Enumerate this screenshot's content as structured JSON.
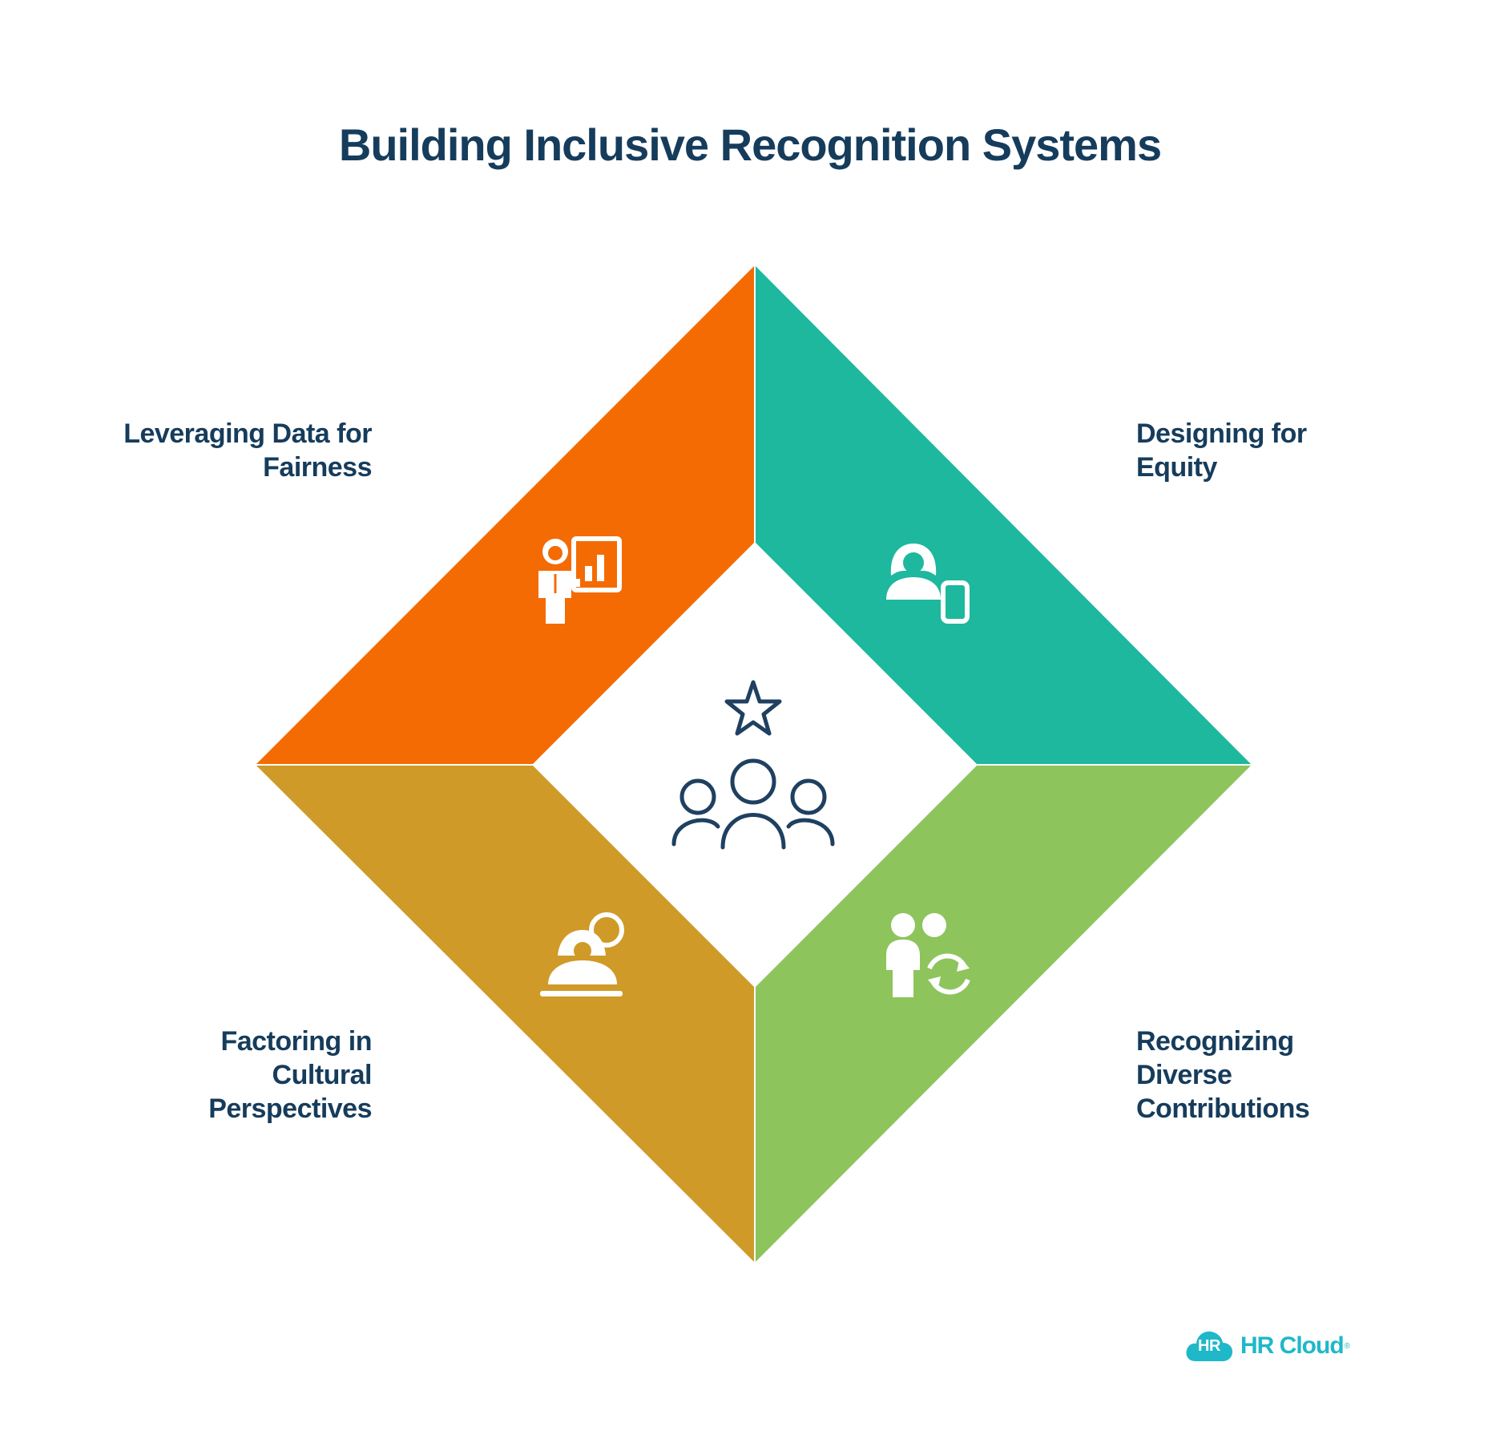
{
  "title": "Building Inclusive Recognition Systems",
  "colors": {
    "title_text": "#163c5c",
    "quadrant_top_left": "#f46b04",
    "quadrant_top_right": "#1db89d",
    "quadrant_bottom_left": "#cf9a28",
    "quadrant_bottom_right": "#8ec45c",
    "center_icon": "#1f4060",
    "logo": "#1eb8c9"
  },
  "center": {
    "icon": "team-star-icon"
  },
  "quadrants": [
    {
      "position": "top-left",
      "label": "Leveraging Data for\nFairness",
      "icon": "presenter-chart-icon"
    },
    {
      "position": "top-right",
      "label": "Designing for\nEquity",
      "icon": "person-device-icon"
    },
    {
      "position": "bottom-left",
      "label": "Factoring in\nCultural\nPerspectives",
      "icon": "person-culture-icon"
    },
    {
      "position": "bottom-right",
      "label": "Recognizing\nDiverse\nContributions",
      "icon": "people-exchange-icon"
    }
  ],
  "logo": {
    "mark": "HR",
    "text": "HR Cloud",
    "registered": "®"
  }
}
